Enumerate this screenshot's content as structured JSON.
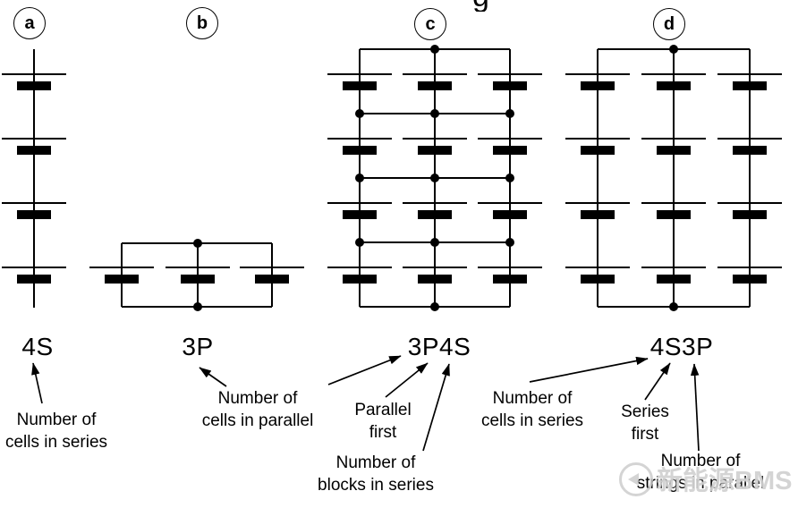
{
  "title_fragment": "g",
  "panels": [
    {
      "badge": "a",
      "name": "4S",
      "topology": {
        "cells_in_series": 4,
        "strings_in_parallel": 1,
        "grouping": "single series string",
        "top_bus": false,
        "bottom_bus": false,
        "interconnects": false
      }
    },
    {
      "badge": "b",
      "name": "3P",
      "topology": {
        "cells_in_series": 1,
        "strings_in_parallel": 3,
        "grouping": "single parallel block",
        "top_bus": true,
        "bottom_bus": true,
        "interconnects": false
      }
    },
    {
      "badge": "c",
      "name": "3P4S",
      "topology": {
        "cells_in_series": 4,
        "strings_in_parallel": 3,
        "grouping": "parallel first",
        "top_bus": true,
        "bottom_bus": true,
        "interconnects": true
      }
    },
    {
      "badge": "d",
      "name": "4S3P",
      "topology": {
        "cells_in_series": 4,
        "strings_in_parallel": 3,
        "grouping": "series first",
        "top_bus": true,
        "bottom_bus": true,
        "interconnects": false
      }
    }
  ],
  "annotations": [
    {
      "id": "cells-series-a",
      "lines": [
        "Number of",
        "cells in series"
      ],
      "points_to": "4S"
    },
    {
      "id": "cells-parallel-b",
      "lines": [
        "Number of",
        "cells in parallel"
      ],
      "points_to": "3P and 3P4S"
    },
    {
      "id": "parallel-first",
      "lines": [
        "Parallel",
        "first"
      ],
      "points_to": "3P4S"
    },
    {
      "id": "blocks-series",
      "lines": [
        "Number of",
        "blocks in series"
      ],
      "points_to": "3P4S"
    },
    {
      "id": "cells-series-d",
      "lines": [
        "Number of",
        "cells in series"
      ],
      "points_to": "4S3P"
    },
    {
      "id": "series-first",
      "lines": [
        "Series",
        "first"
      ],
      "points_to": "4S3P"
    },
    {
      "id": "strings-parallel",
      "lines": [
        "Number of",
        "strings in parallel"
      ],
      "points_to": "4S3P"
    }
  ],
  "watermark": {
    "text": "新能源BMS"
  },
  "colors": {
    "line": "#000000",
    "background": "#ffffff",
    "watermark": "#cbcbcb"
  }
}
